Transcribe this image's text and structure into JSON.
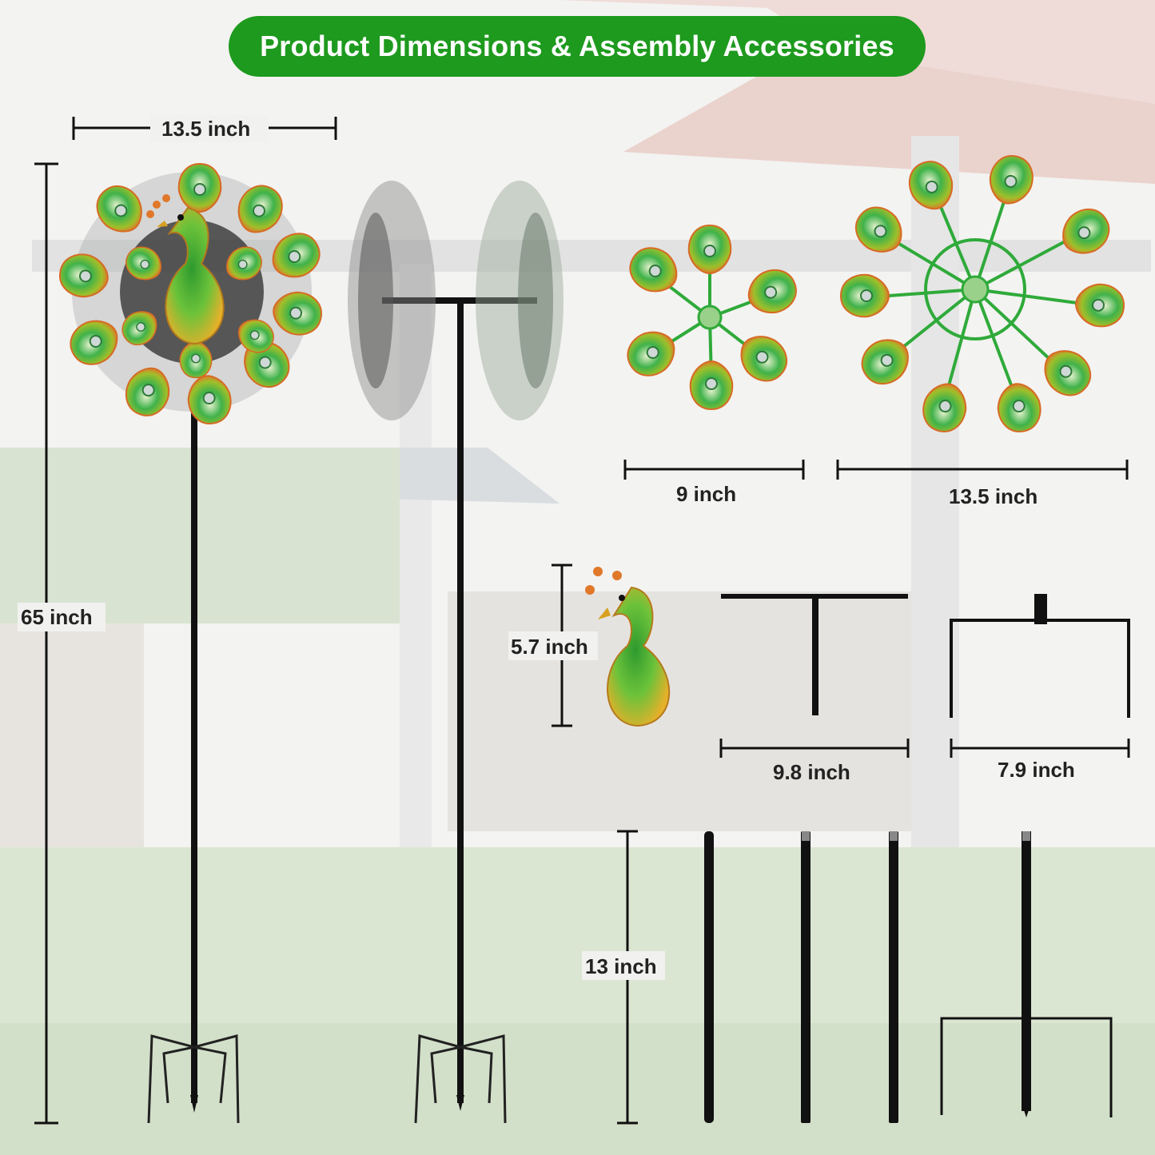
{
  "banner": {
    "title": "Product Dimensions & Assembly Accessories"
  },
  "dimensions": {
    "spinner_width": "13.5 inch",
    "total_height": "65 inch",
    "small_wheel": "9 inch",
    "large_wheel": "13.5 inch",
    "peacock_height": "5.7 inch",
    "t_bar_width": "9.8 inch",
    "bracket_width": "7.9 inch",
    "rod_length": "13 inch"
  },
  "colors": {
    "banner": "#1e9a1e",
    "petal_green": "#2faa3a",
    "petal_orange": "#e0782a",
    "metal": "#1a1a1a"
  }
}
